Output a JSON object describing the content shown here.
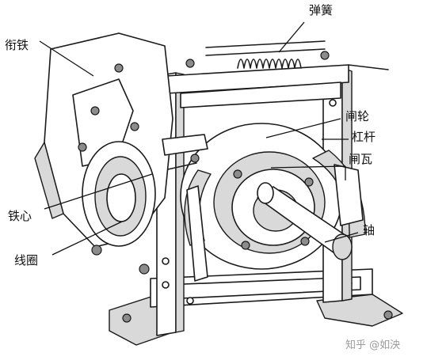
{
  "labels": {
    "armature": "衔铁",
    "spring": "弹簧",
    "brake_wheel": "闸轮",
    "lever": "杠杆",
    "brake_shoe": "闸瓦",
    "iron_core": "铁心",
    "shaft": "轴",
    "coil": "线圈"
  },
  "watermark": "知乎 @如泱"
}
